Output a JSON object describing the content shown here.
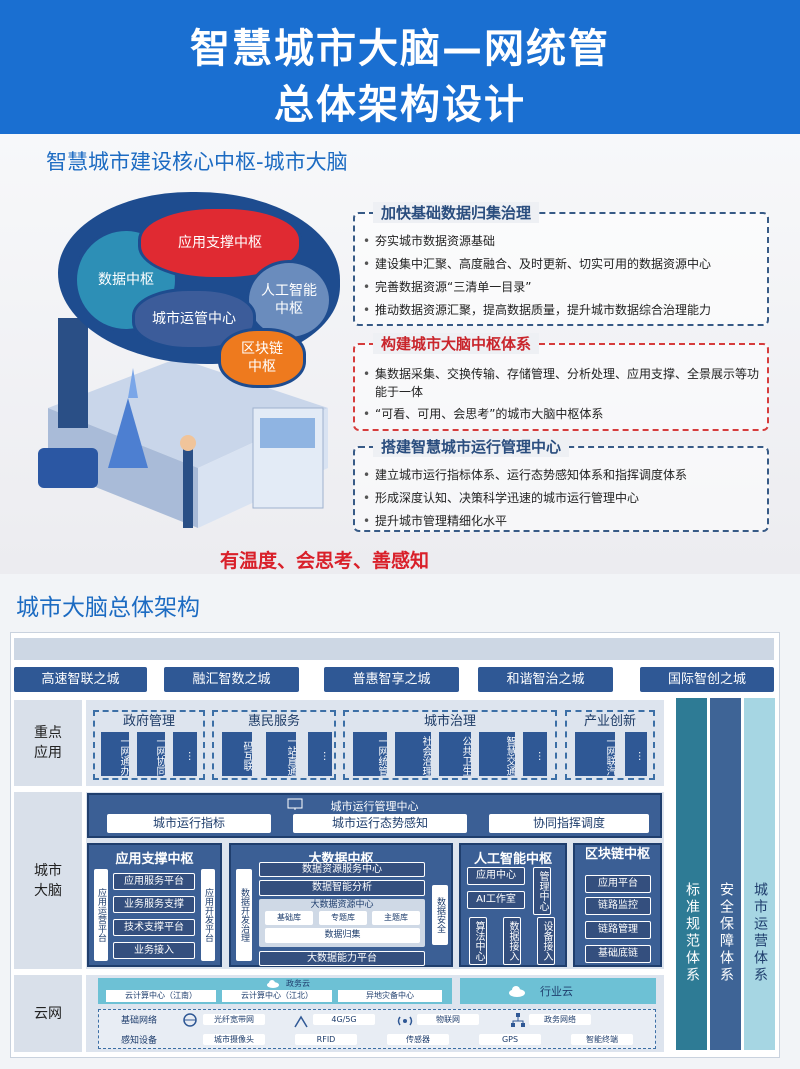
{
  "header": {
    "title_line1": "智慧城市大脑—网统管",
    "title_line2": "总体架构设计"
  },
  "section1": {
    "title": "智慧城市建设核心中枢-城市大脑",
    "brain": {
      "data": "数据中枢",
      "app": "应用支撑中枢",
      "ai": "人工智能中枢",
      "ops": "城市运管中心",
      "chain": "区块链中枢"
    },
    "motto": "有温度、会思考、善感知",
    "panels": [
      {
        "title": "加快基础数据归集治理",
        "items": [
          "夯实城市数据资源基础",
          "建设集中汇聚、高度融合、及时更新、切实可用的数据资源中心",
          "完善数据资源“三清单一目录”",
          "推动数据资源汇聚，提高数据质量，提升城市数据综合治理能力"
        ]
      },
      {
        "title": "构建城市大脑中枢体系",
        "items": [
          "集数据采集、交换传输、存储管理、分析处理、应用支撑、全景展示等功能于一体",
          "“可看、可用、会思考”的城市大脑中枢体系"
        ]
      },
      {
        "title": "搭建智慧城市运行管理中心",
        "items": [
          "建立城市运行指标体系、运行态势感知体系和指挥调度体系",
          "形成深度认知、决策科学迅速的城市运行管理中心",
          "提升城市管理精细化水平"
        ]
      }
    ]
  },
  "section2": {
    "title": "城市大脑总体架构",
    "cities": [
      "高速智联之城",
      "融汇智数之城",
      "普惠智享之城",
      "和谐智治之城",
      "国际智创之城"
    ],
    "rows": {
      "apps": "重点应用",
      "brain": "城市大脑",
      "cloudnet": "云网"
    },
    "app_groups": [
      {
        "title": "政府管理",
        "items": [
          "一网通办",
          "一网协同",
          "…"
        ]
      },
      {
        "title": "惠民服务",
        "items": [
          "码互联",
          "一站直通",
          "…"
        ]
      },
      {
        "title": "城市治理",
        "items": [
          "一网统管",
          "社会治理",
          "公共卫生",
          "智慧交通",
          "…"
        ]
      },
      {
        "title": "产业创新",
        "items": [
          "一网联汽",
          "…"
        ]
      }
    ],
    "ops_center": {
      "title": "城市运行管理中心",
      "items": [
        "城市运行指标",
        "城市运行态势感知",
        "协同指挥调度"
      ]
    },
    "app_support": {
      "title": "应用支撑中枢",
      "left": "应用运营平台",
      "right": "应用开发平台",
      "items": [
        "应用服务平台",
        "业务服务支撑",
        "技术支撑平台",
        "业务接入"
      ]
    },
    "big_data": {
      "title": "大数据中枢",
      "left": "数据开发治理",
      "right": "数据安全",
      "service": "数据资源服务中心",
      "analysis": "数据智能分析",
      "center": "大数据资源中心",
      "libs": [
        "基础库",
        "专题库",
        "主题库"
      ],
      "collect": "数据归集",
      "ability": "大数据能力平台"
    },
    "ai": {
      "title": "人工智能中枢",
      "a1": "应用中心",
      "a2": "AI工作室",
      "mgmt": "管理中心",
      "cols": [
        "算法中心",
        "数据接入",
        "设备接入"
      ]
    },
    "chain": {
      "title": "区块链中枢",
      "items": [
        "应用平台",
        "链路监控",
        "链路管理",
        "基础底链"
      ]
    },
    "gov_cloud": {
      "title": "政务云",
      "items": [
        "云计算中心（江南）",
        "云计算中心（江北）",
        "异地灾备中心"
      ]
    },
    "industry_cloud": "行业云",
    "network": {
      "label1": "基础网络",
      "label2": "感知设备",
      "top": [
        "光纤宽带网",
        "4G/5G",
        "物联网",
        "政务网络"
      ],
      "bottom": [
        "城市摄像头",
        "RFID",
        "传感器",
        "GPS",
        "智能终端"
      ]
    },
    "sides": [
      "标准规范体系",
      "安全保障体系",
      "城市运营体系"
    ],
    "colors": {
      "dark": "#2f5895",
      "side1": "#2e7b95",
      "side2": "#3e6496",
      "side3": "#a6d6e3"
    }
  }
}
